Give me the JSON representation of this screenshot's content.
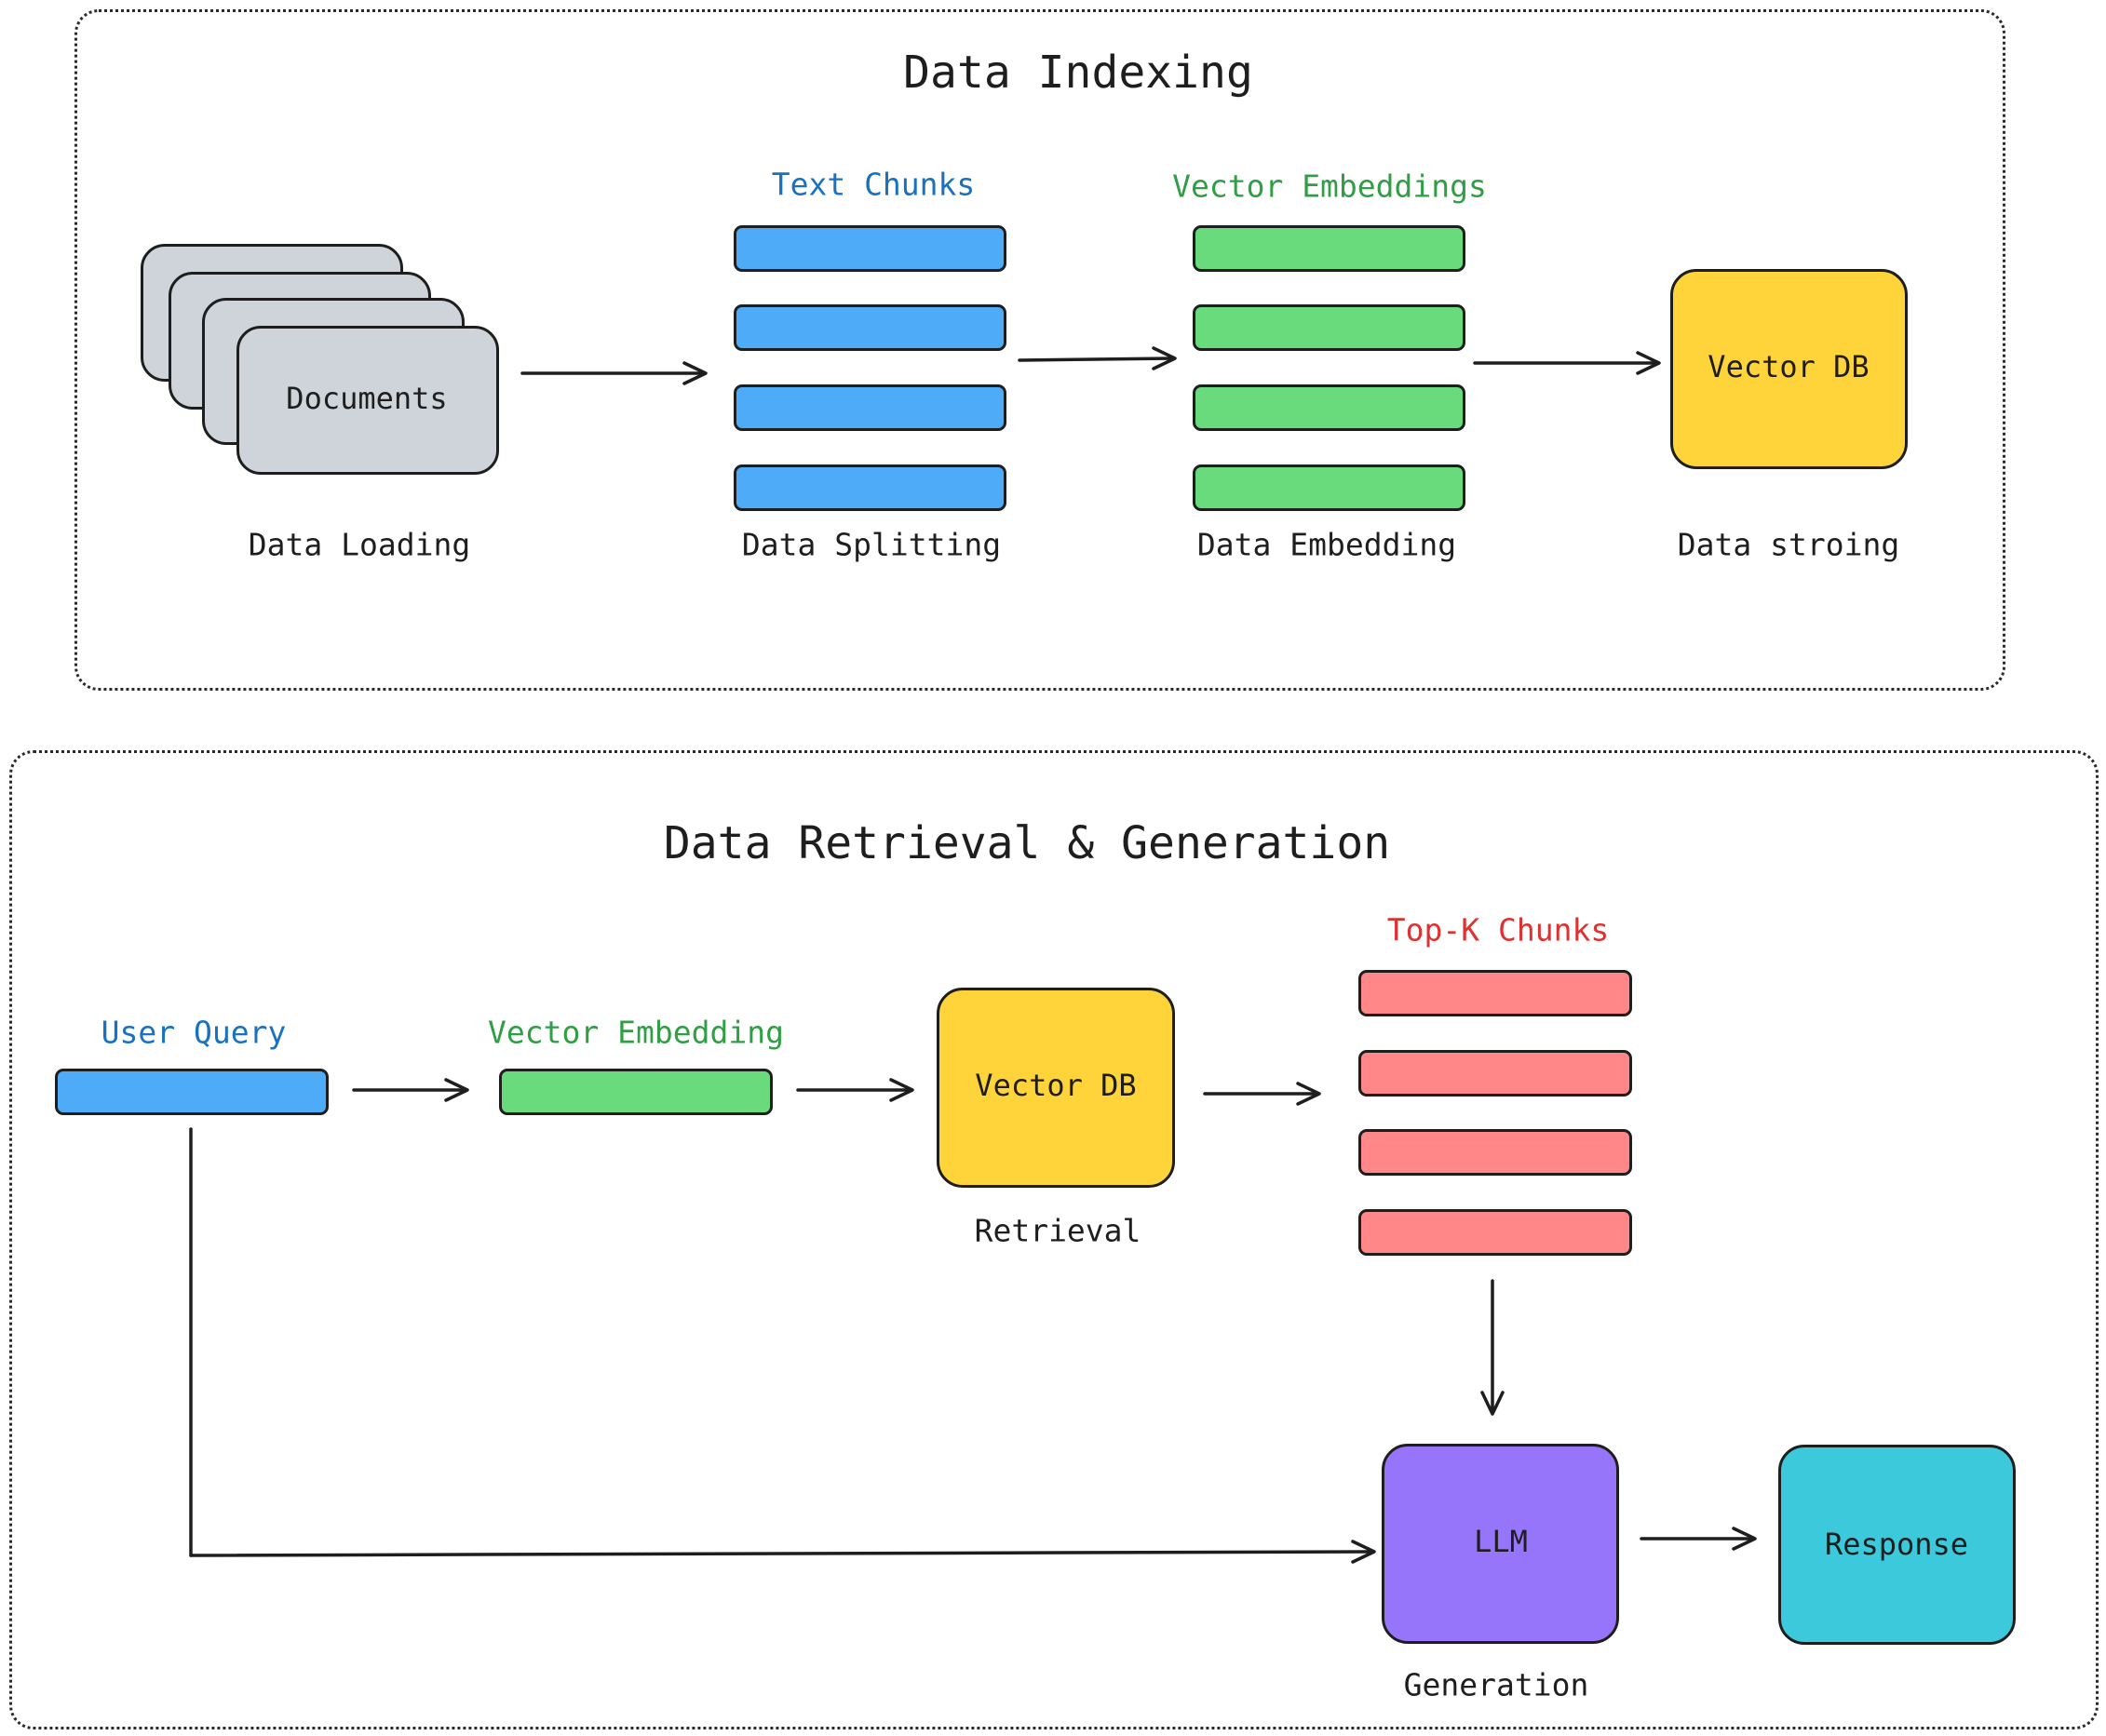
{
  "indexing": {
    "title": "Data Indexing",
    "documents_label": "Documents",
    "loading_label": "Data Loading",
    "text_chunks_label": "Text Chunks",
    "splitting_label": "Data Splitting",
    "vector_embeddings_label": "Vector Embeddings",
    "embedding_label": "Data Embedding",
    "vector_db_label": "Vector DB",
    "storing_label": "Data stroing"
  },
  "retrieval": {
    "title": "Data Retrieval & Generation",
    "user_query_label": "User Query",
    "vector_embedding_label": "Vector Embedding",
    "vector_db_label": "Vector DB",
    "retrieval_label": "Retrieval",
    "topk_label": "Top-K Chunks",
    "llm_label": "LLM",
    "generation_label": "Generation",
    "response_label": "Response"
  },
  "colors": {
    "blue_fill": "#4dabf7",
    "green_fill": "#69db7c",
    "red_fill": "#ff8787",
    "yellow_fill": "#ffd43b",
    "purple_fill": "#9775fa",
    "cyan_fill": "#3bc9db",
    "gray_fill": "#ced4da",
    "blue_text": "#1971c2",
    "green_text": "#2f9e44",
    "red_text": "#e03131"
  }
}
